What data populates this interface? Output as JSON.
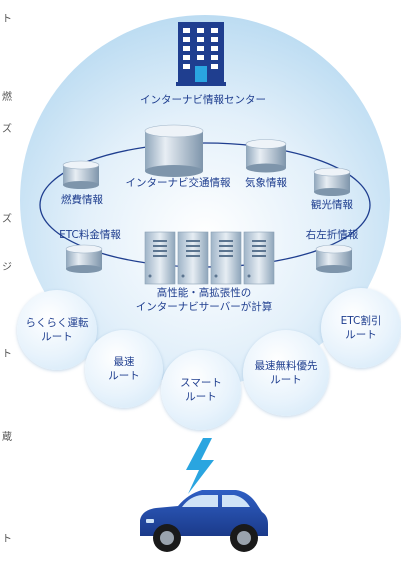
{
  "center": {
    "label": "インターナビ情報センター"
  },
  "data_sources": {
    "traffic": "インターナビ交通情報",
    "weather": "気象情報",
    "fuel": "燃費情報",
    "tourism": "観光情報",
    "etc_fee": "ETC料金情報",
    "turn": "右左折情報"
  },
  "server": {
    "line1": "高性能・高拡張性の",
    "line2": "インターナビサーバーが計算"
  },
  "routes": [
    {
      "line1": "らくらく運転",
      "line2": "ルート"
    },
    {
      "line1": "最速",
      "line2": "ルート"
    },
    {
      "line1": "スマート",
      "line2": "ルート"
    },
    {
      "line1": "最速無料優先",
      "line2": "ルート"
    },
    {
      "line1": "ETC割引",
      "line2": "ルート"
    }
  ],
  "edge_glyphs": [
    "ト",
    "燃",
    "ズ",
    "ズ",
    "ジ",
    "ト",
    "蔵",
    "ト"
  ],
  "colors": {
    "navy": "#1f3e8f",
    "sky": "#cfe6f7",
    "bolt": "#2aa5e0"
  }
}
